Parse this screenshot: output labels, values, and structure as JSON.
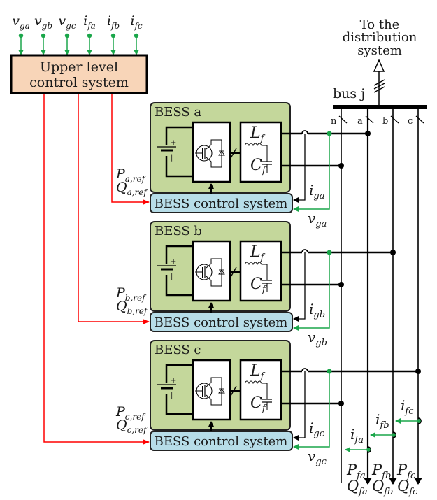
{
  "colors": {
    "upper_box_fill": "#f8d5b8",
    "bess_fill": "#c4d79b",
    "control_fill": "#b7dde8",
    "red_signal": "#ff0000",
    "green_signal": "#1aa64a",
    "black": "#000000"
  },
  "top_signals": [
    {
      "main": "v",
      "sub": "ga"
    },
    {
      "main": "v",
      "sub": "gb"
    },
    {
      "main": "v",
      "sub": "gc"
    },
    {
      "main": "i",
      "sub": "fa"
    },
    {
      "main": "i",
      "sub": "fb"
    },
    {
      "main": "i",
      "sub": "fc"
    }
  ],
  "upper_box": {
    "line1": "Upper level",
    "line2": "control system"
  },
  "destination": {
    "line1": "To the",
    "line2": "distribution",
    "line3": "system"
  },
  "bus": {
    "label": "bus j",
    "phases": [
      "n",
      "a",
      "b",
      "c"
    ]
  },
  "bess_units": [
    {
      "title": "BESS a",
      "control_label": "BESS control system",
      "inductor": {
        "main": "L",
        "sub": "f"
      },
      "capacitor": {
        "main": "C",
        "sub": "f"
      },
      "p_ref": {
        "main": "P",
        "sub": "a,ref"
      },
      "q_ref": {
        "main": "Q",
        "sub": "a,ref"
      },
      "current_meas": {
        "main": "i",
        "sub": "ga"
      },
      "voltage_meas": {
        "main": "v",
        "sub": "ga"
      }
    },
    {
      "title": "BESS b",
      "control_label": "BESS control system",
      "inductor": {
        "main": "L",
        "sub": "f"
      },
      "capacitor": {
        "main": "C",
        "sub": "f"
      },
      "p_ref": {
        "main": "P",
        "sub": "b,ref"
      },
      "q_ref": {
        "main": "Q",
        "sub": "b,ref"
      },
      "current_meas": {
        "main": "i",
        "sub": "gb"
      },
      "voltage_meas": {
        "main": "v",
        "sub": "gb"
      }
    },
    {
      "title": "BESS c",
      "control_label": "BESS control system",
      "inductor": {
        "main": "L",
        "sub": "f"
      },
      "capacitor": {
        "main": "C",
        "sub": "f"
      },
      "p_ref": {
        "main": "P",
        "sub": "c,ref"
      },
      "q_ref": {
        "main": "Q",
        "sub": "c,ref"
      },
      "current_meas": {
        "main": "i",
        "sub": "gc"
      },
      "voltage_meas": {
        "main": "v",
        "sub": "gc"
      }
    }
  ],
  "feeder_currents": [
    {
      "main": "i",
      "sub": "fa"
    },
    {
      "main": "i",
      "sub": "fb"
    },
    {
      "main": "i",
      "sub": "fc"
    }
  ],
  "feeder_powers": [
    {
      "p_main": "P",
      "p_sub": "fa",
      "q_main": "Q",
      "q_sub": "fa"
    },
    {
      "p_main": "P",
      "p_sub": "fb",
      "q_main": "Q",
      "q_sub": "fb"
    },
    {
      "p_main": "P",
      "p_sub": "fc",
      "q_main": "Q",
      "q_sub": "fc"
    }
  ]
}
